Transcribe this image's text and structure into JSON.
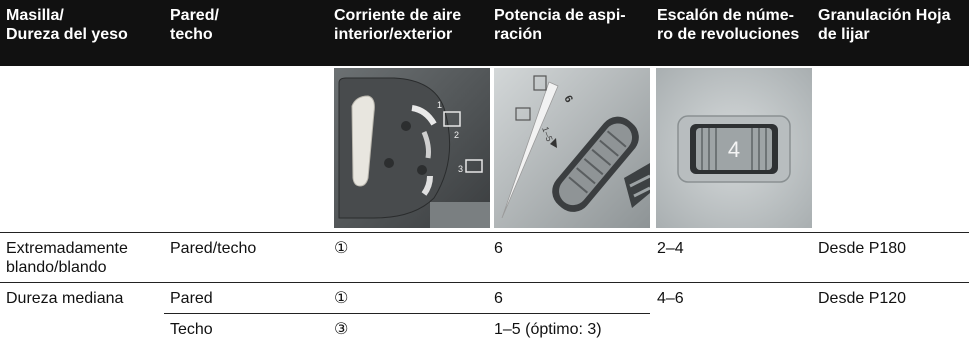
{
  "header": {
    "col1": "Masilla/\nDureza del yeso",
    "col2": "Pared/\ntecho",
    "col3": "Corriente de aire\ninterior/exterior",
    "col4": "Potencia de aspi-\nración",
    "col5": "Escalón de núme-\nro de revoluciones",
    "col6": "Granulación Hoja\nde lijar"
  },
  "images": {
    "airflow_marks": [
      "1",
      "2",
      "3"
    ],
    "suction_mark_max": "6",
    "suction_mark_range": "1–5",
    "speed_value": "4"
  },
  "rows": [
    {
      "plaster": "Extremadamente\nblando/blando",
      "surface": "Pared/techo",
      "airflow": "①",
      "suction": "6",
      "speed": "2–4",
      "grit": "Desde P180"
    },
    {
      "plaster": "Dureza mediana",
      "surface": "Pared",
      "airflow": "①",
      "suction": "6",
      "speed": "4–6",
      "grit": "Desde P120"
    },
    {
      "plaster": "",
      "surface": "Techo",
      "airflow": "③",
      "suction": "1–5 (óptimo: 3)",
      "speed": "",
      "grit": ""
    }
  ],
  "colors": {
    "header_bg": "#111111",
    "header_text": "#ffffff",
    "text": "#111111"
  }
}
